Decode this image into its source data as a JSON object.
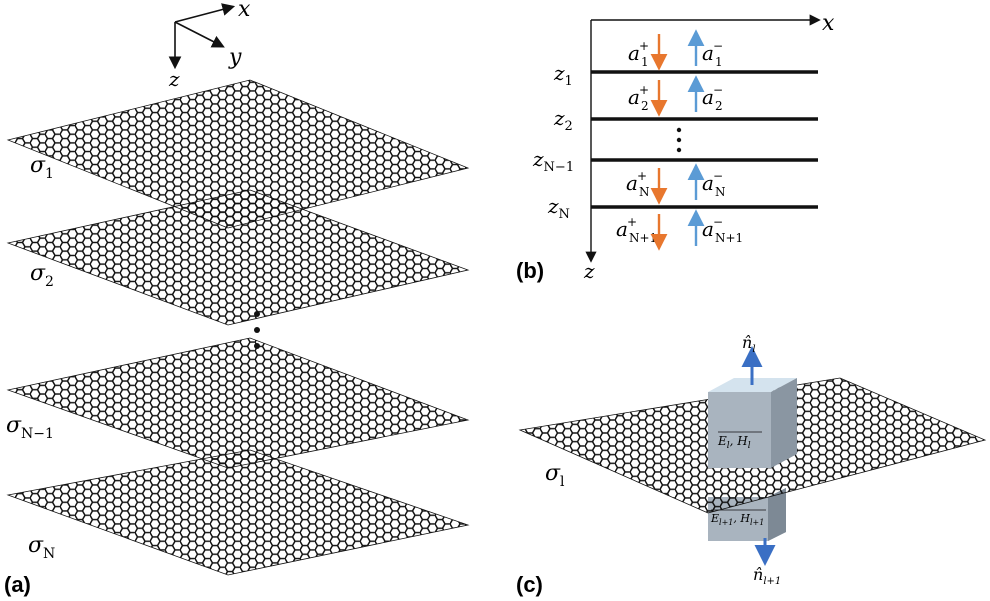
{
  "panels": {
    "a": {
      "label": "(a)"
    },
    "b": {
      "label": "(b)"
    },
    "c": {
      "label": "(c)"
    }
  },
  "axes_a": {
    "x": "x",
    "y": "y",
    "z": "z"
  },
  "sheets_a": [
    {
      "sym": "σ",
      "sub": "1"
    },
    {
      "sym": "σ",
      "sub": "2"
    },
    {
      "sym": "σ",
      "sub": "N−1"
    },
    {
      "sym": "σ",
      "sub": "N"
    }
  ],
  "layers_b": {
    "x_label": "x",
    "z_label": "z",
    "interfaces": [
      {
        "sym": "z",
        "sub": "1"
      },
      {
        "sym": "z",
        "sub": "2"
      },
      {
        "sym": "z",
        "sub": "N−1"
      },
      {
        "sym": "z",
        "sub": "N"
      }
    ],
    "amplitudes": [
      {
        "fwd_sym": "a",
        "fwd_sub": "1",
        "fwd_sup": "+",
        "bwd_sym": "a",
        "bwd_sub": "1",
        "bwd_sup": "−"
      },
      {
        "fwd_sym": "a",
        "fwd_sub": "2",
        "fwd_sup": "+",
        "bwd_sym": "a",
        "bwd_sub": "2",
        "bwd_sup": "−"
      },
      {
        "fwd_sym": "a",
        "fwd_sub": "N",
        "fwd_sup": "+",
        "bwd_sym": "a",
        "bwd_sub": "N",
        "bwd_sup": "−"
      },
      {
        "fwd_sym": "a",
        "fwd_sub": "N+1",
        "fwd_sup": "+",
        "bwd_sym": "a",
        "bwd_sub": "N+1",
        "bwd_sup": "−"
      }
    ]
  },
  "panel_c": {
    "sheet": {
      "sym": "σ",
      "sub": "l"
    },
    "normal_top": {
      "sym": "n̂",
      "sub": "l"
    },
    "normal_bottom": {
      "sym": "n̂",
      "sub": "l+1"
    },
    "box_top": {
      "e": "E",
      "e_sub": "l",
      "h": "H",
      "h_sub": "l"
    },
    "box_bottom": {
      "e": "E",
      "e_sub": "l+1",
      "h": "H",
      "h_sub": "l+1"
    }
  },
  "colors": {
    "forward": "#e8772e",
    "backward": "#5b9bd5",
    "normal": "#3a6fc4",
    "box_face": "#a9b4bf",
    "box_top": "#d4e3ee",
    "box_side": "#8a96a2",
    "mesh": "#111111"
  }
}
